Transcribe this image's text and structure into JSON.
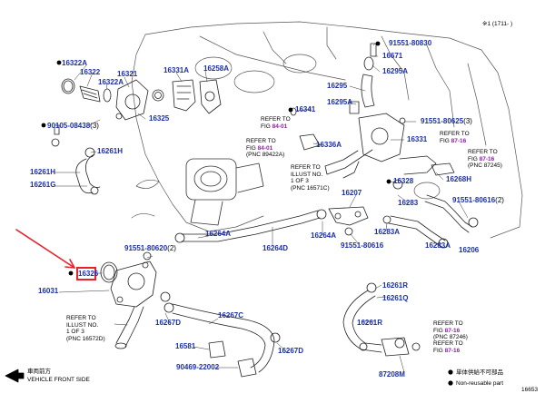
{
  "header": {
    "code": "※1 (1711- )"
  },
  "footer": {
    "diagram_id": "16653"
  },
  "direction": {
    "label_jp": "車両前方",
    "label_en": "VEHICLE FRONT SIDE"
  },
  "legend": {
    "not_sold_mark": "●",
    "not_sold_label": "単体供給不可部品",
    "non_reusable_mark": "●",
    "non_reusable_label": "Non-reusable part"
  },
  "colors": {
    "part_number": "#1a2fa8",
    "figure_ref": "#8b1fa8",
    "highlight": "#e8222a"
  },
  "parts": {
    "p16322A_1": "16322A",
    "p16322": "16322",
    "p16322A_2": "16322A",
    "p16321": "16321",
    "p16331A": "16331A",
    "p16258A": "16258A",
    "p16325": "16325",
    "p90105": "90105-08438",
    "p90105_sfx": "(3)",
    "p16261H_1": "16261H",
    "p16261H_2": "16261H",
    "p16261G": "16261G",
    "p91551_80830": "91551-80830",
    "p16671": "16671",
    "p16295A_1": "16295A",
    "p16295": "16295",
    "p16295A_2": "16295A",
    "p16341": "16341",
    "p91551_80625": "91551-80625",
    "p91551_80625_sfx": "(3)",
    "p16331": "16331",
    "p16336A": "16336A",
    "p16328": "16328",
    "p16268H": "16268H",
    "p16283_1": "16283",
    "p91551_80616_a": "91551-80616",
    "p91551_80616_a_sfx": "(2)",
    "p16207": "16207",
    "p16264A_1": "16264A",
    "p16264A_2": "16264A",
    "p16264D": "16264D",
    "p91551_80616_b": "91551-80616",
    "p16283A_1": "16283A",
    "p16283A_2": "16283A",
    "p16206": "16206",
    "p91551_80620": "91551-80620",
    "p91551_80620_sfx": "(2)",
    "p16326": "16326",
    "p16031": "16031",
    "p16261R_1": "16261R",
    "p16261Q": "16261Q",
    "p16261R_2": "16261R",
    "p16267D_1": "16267D",
    "p16267C": "16267C",
    "p16581": "16581",
    "p16267D_2": "16267D",
    "p90469": "90469-22002",
    "p87208M": "87208M"
  },
  "notes": {
    "fig8401_a": {
      "line1": "REFER TO",
      "line2": "FIG",
      "ref": "84-01"
    },
    "fig8401_b": {
      "line1": "REFER TO",
      "line2": "FIG",
      "ref": "84-01",
      "line3": "(PNC 89422A)"
    },
    "illus16571": {
      "line1": "REFER TO",
      "line2": "ILLUST NO.",
      "line3": "1 OF 3",
      "line4": "(PNC 16571C)"
    },
    "fig8716_a": {
      "line1": "REFER TO",
      "line2": "FIG",
      "ref": "87-16"
    },
    "fig8716_b": {
      "line1": "REFER TO",
      "line2": "FIG",
      "ref": "87-16",
      "line3": "(PNC 87245)"
    },
    "illus16572": {
      "line1": "REFER TO",
      "line2": "ILLUST NO.",
      "line3": "1 OF 3",
      "line4": "(PNC 16572D)"
    },
    "fig8716_c": {
      "line1": "REFER TO",
      "line2": "FIG",
      "ref": "87-16",
      "line3": "(PNC 87246)"
    },
    "fig8716_d": {
      "line1": "REFER TO",
      "line2": "FIG",
      "ref": "87-16"
    }
  }
}
